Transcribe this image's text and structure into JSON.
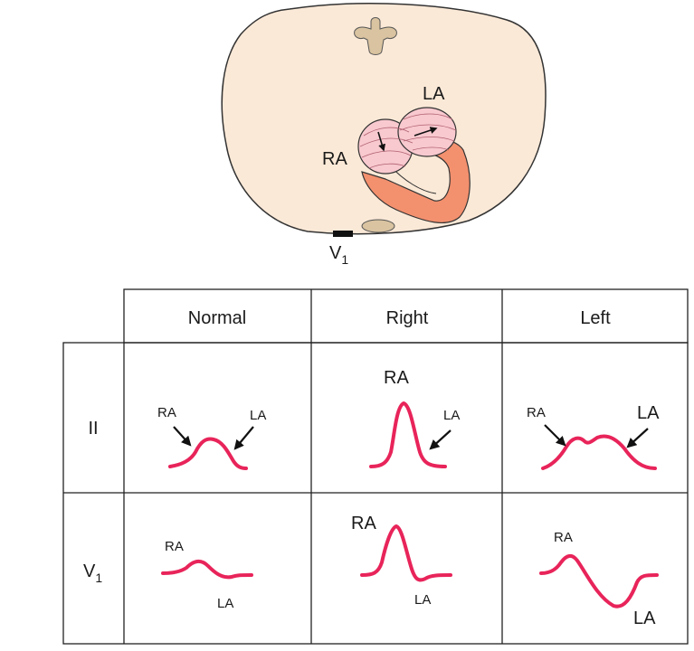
{
  "anatomy": {
    "label_la": "LA",
    "label_ra": "RA",
    "lead_label_main": "V",
    "lead_label_sub": "1"
  },
  "table": {
    "columns": [
      "Normal",
      "Right",
      "Left"
    ],
    "rows": [
      {
        "main": "II",
        "sub": ""
      },
      {
        "main": "V",
        "sub": "1"
      }
    ]
  },
  "waves": {
    "ii_normal": {
      "ra": "RA",
      "la": "LA"
    },
    "ii_right": {
      "ra": "RA",
      "la": "LA"
    },
    "ii_left": {
      "ra": "RA",
      "la": "LA"
    },
    "v1_normal": {
      "ra": "RA",
      "la": "LA"
    },
    "v1_right": {
      "ra": "RA",
      "la": "LA"
    },
    "v1_left": {
      "ra": "RA",
      "la": "LA"
    }
  },
  "colors": {
    "wave": "#e8245a",
    "torso": "#fbe9d7",
    "spine": "#d9c3a0",
    "atrium": "#f8c9cf",
    "ventricle": "#f3906e",
    "electrode": "#111111"
  }
}
